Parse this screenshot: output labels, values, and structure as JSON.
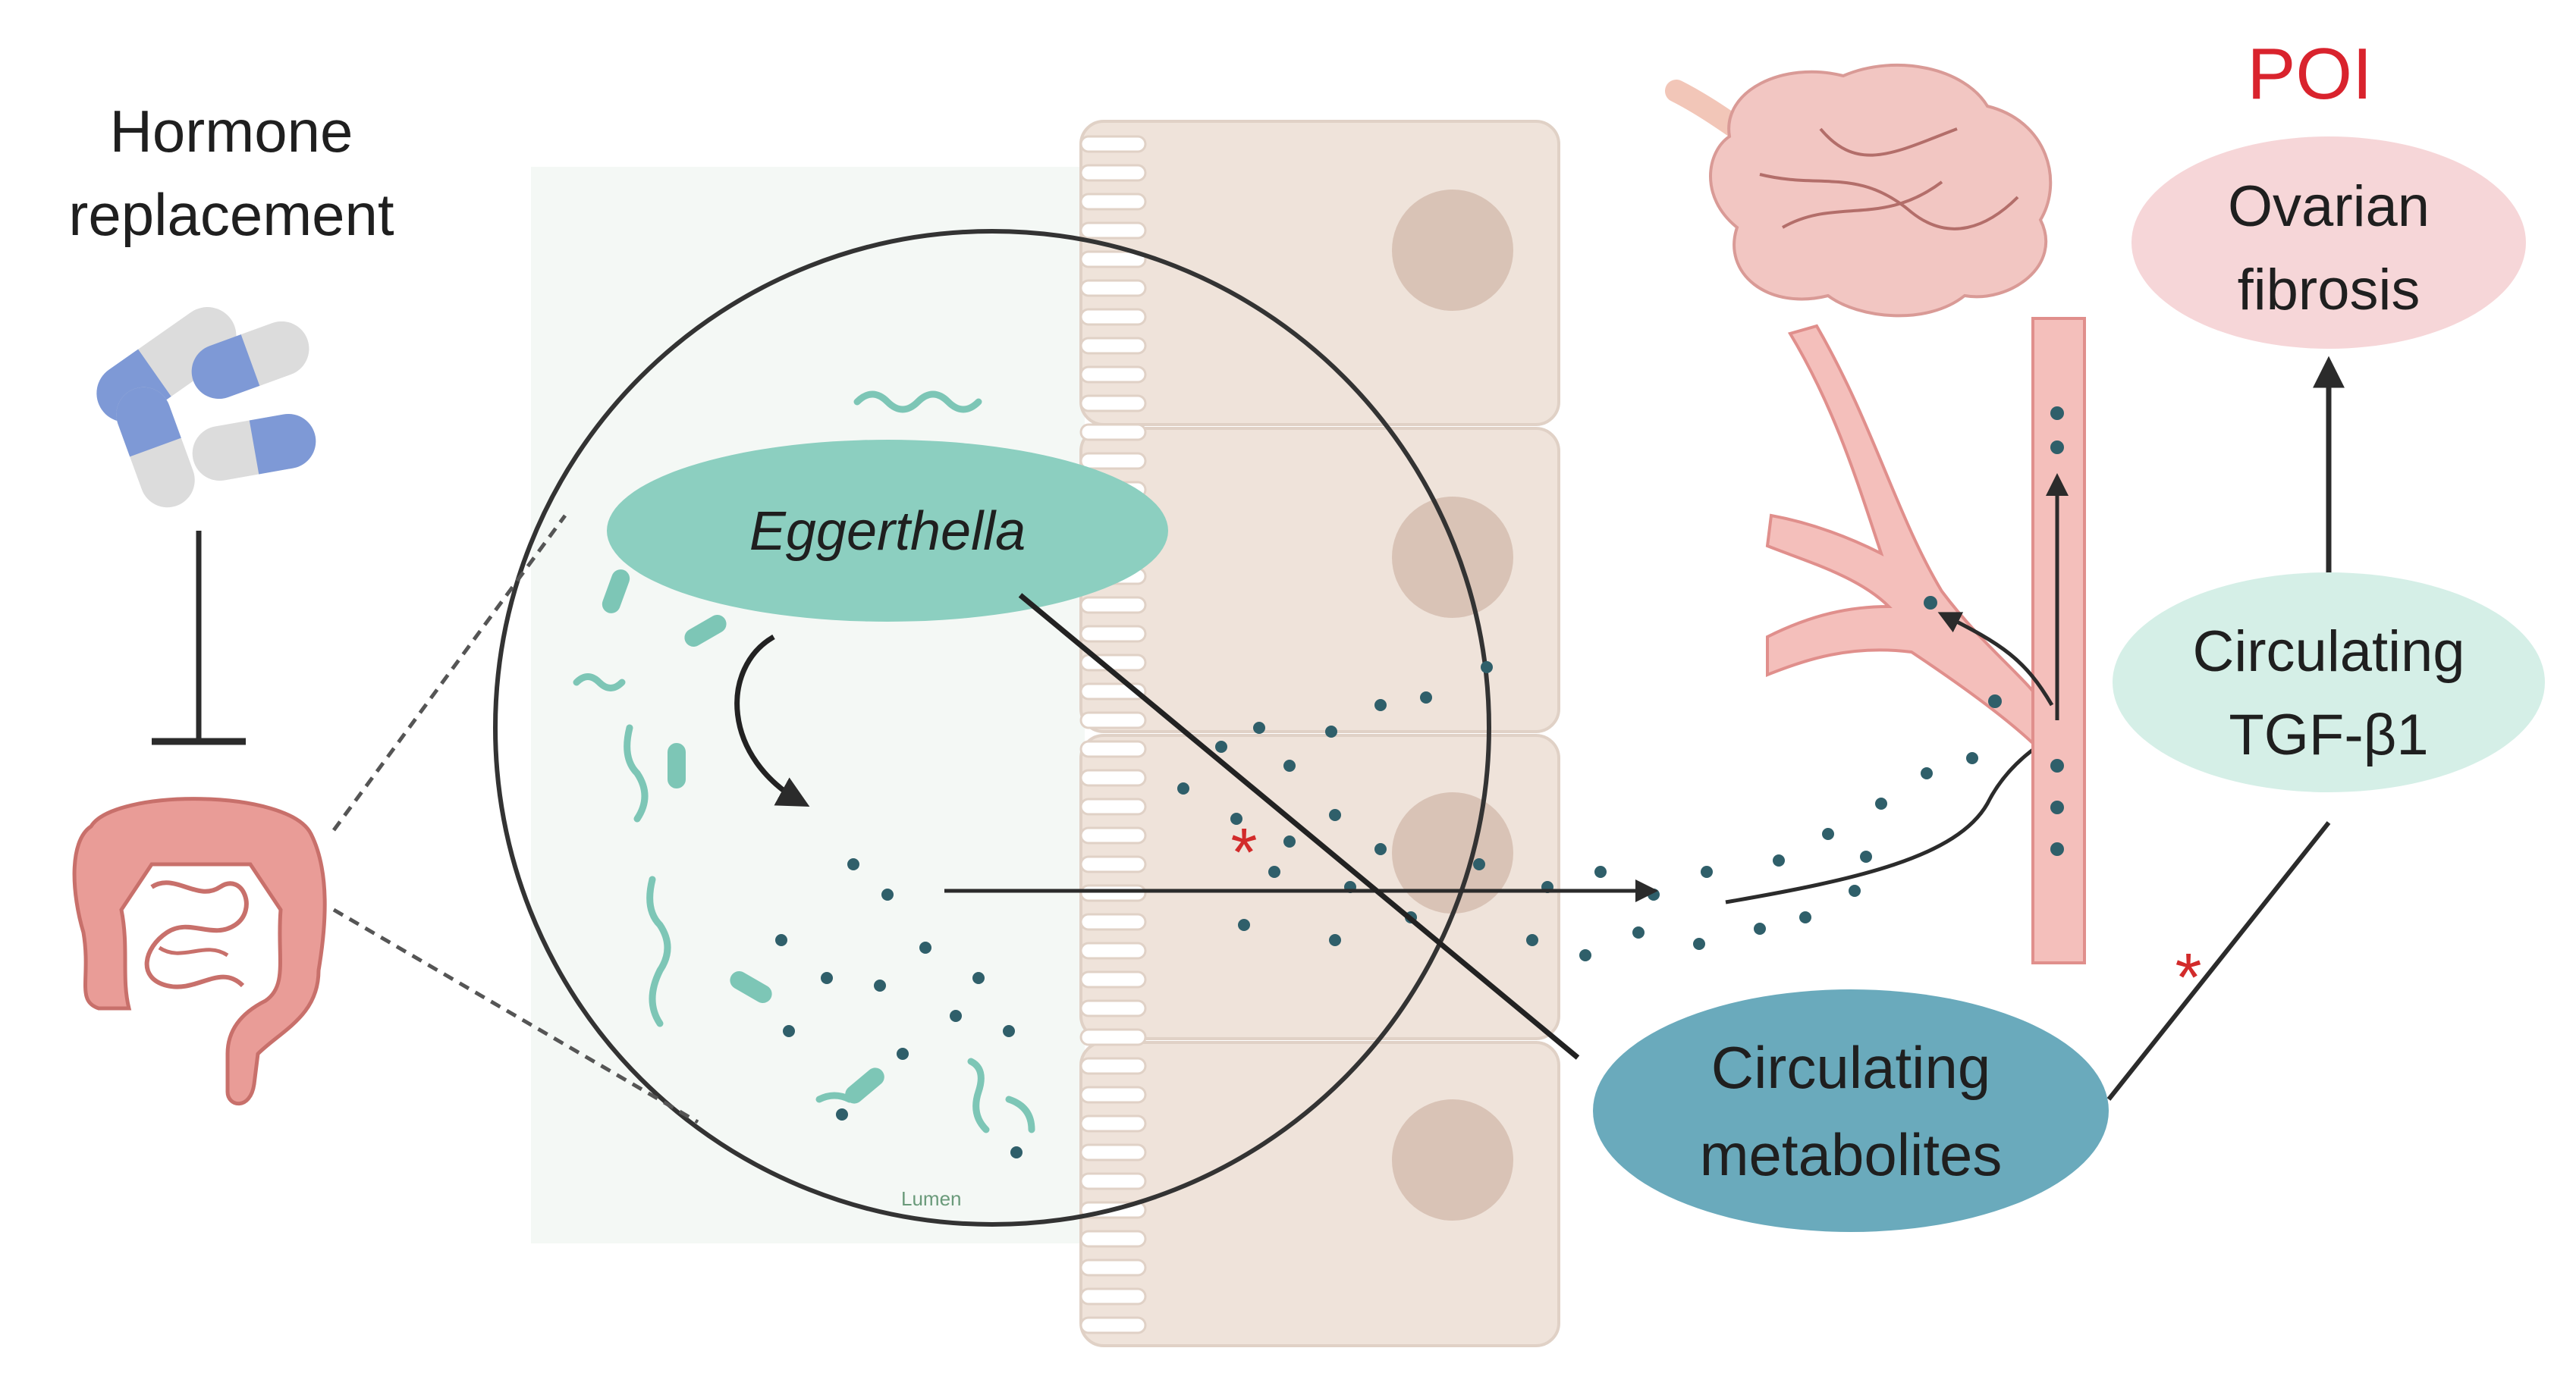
{
  "labels": {
    "hormone_line1": "Hormone",
    "hormone_line2": "replacement",
    "eggerthella": "Eggerthella",
    "lumen": "Lumen",
    "poi": "POI",
    "ovarian_line1": "Ovarian",
    "ovarian_line2": "fibrosis",
    "tgf_line1": "Circulating",
    "tgf_line2": "TGF-β1",
    "metab_line1": "Circulating",
    "metab_line2": "metabolites",
    "star_a": "*",
    "star_b": "*"
  },
  "colors": {
    "poi_red": "#d9232d",
    "star_red": "#d22b2b",
    "eggerthella_fill": "#8ccfc0",
    "ovarian_fill": "#f6d6d8",
    "tgf_fill": "#d5efe7",
    "metabolites_fill": "#6aaabc",
    "cell_fill": "#efe3da",
    "nucleus_fill": "#d9c3b6",
    "vessel_fill": "#f4bfbb",
    "vessel_stroke": "#e08f8c",
    "particle": "#2f5f6a",
    "capsule_blue": "#7e99d6",
    "capsule_grey": "#dcdcdc",
    "intestine": "#e99c97"
  },
  "icons": {
    "pills": "capsule-icon",
    "intestine": "intestine-icon",
    "ovary": "ovary-icon"
  }
}
